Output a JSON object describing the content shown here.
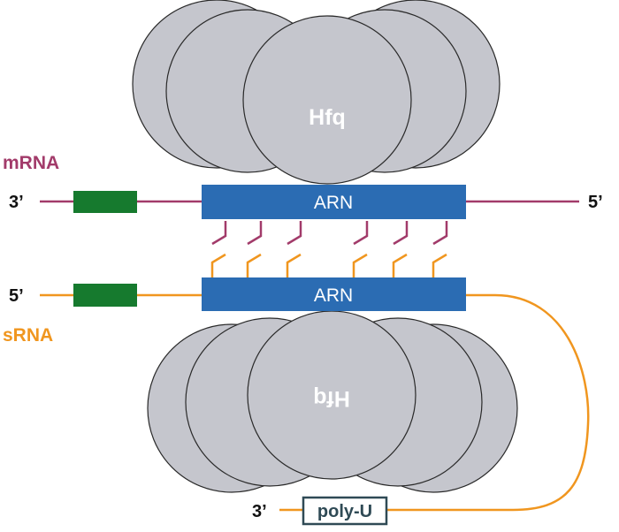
{
  "colors": {
    "mrna": "#a23b6a",
    "srna": "#f0961f",
    "arn_box": "#2b6cb3",
    "green_box": "#167a2e",
    "hfq": "#c5c6cd",
    "polyu_border": "#2f4a55"
  },
  "mrna": {
    "name": "mRNA",
    "left_end": "3’",
    "right_end": "5’",
    "arn_label": "ARN"
  },
  "srna": {
    "name": "sRNA",
    "left_end": "5’",
    "tail_end": "3’",
    "arn_label": "ARN",
    "polyu_label": "poly-U"
  },
  "hfq_top": {
    "label": "Hfq"
  },
  "hfq_bottom": {
    "label": "Hfq"
  },
  "base_pairs": {
    "count": 6
  }
}
